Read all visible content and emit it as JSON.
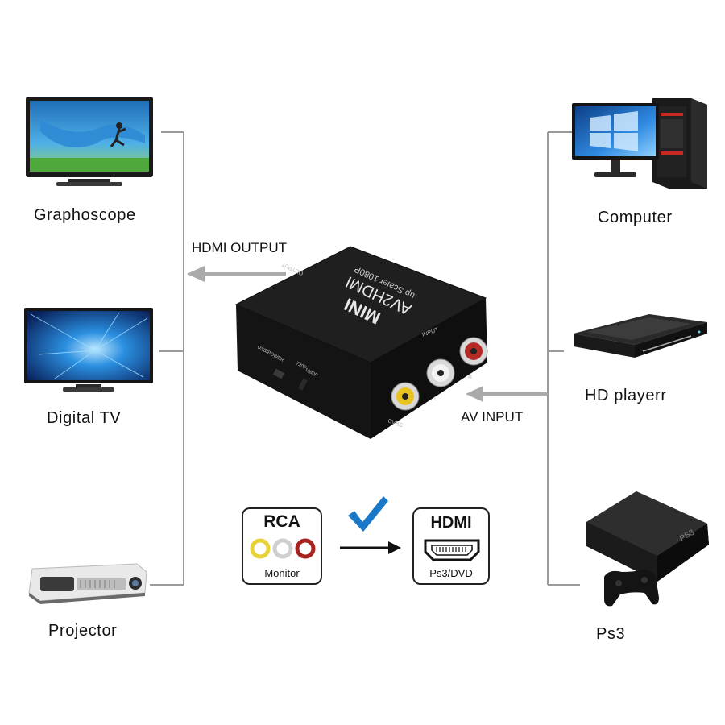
{
  "outputs": {
    "flow_label": "HDMI OUTPUT",
    "devices": [
      {
        "name": "Graphoscope",
        "icon": "tv-icon"
      },
      {
        "name": "Digital  TV",
        "icon": "digital-tv-icon"
      },
      {
        "name": "Projector",
        "icon": "projector-icon"
      }
    ]
  },
  "inputs": {
    "flow_label": "AV INPUT",
    "devices": [
      {
        "name": "Computer",
        "icon": "desktop-computer-icon"
      },
      {
        "name": "HD playerr",
        "icon": "hd-player-icon"
      },
      {
        "name": "Ps3",
        "icon": "game-console-icon"
      }
    ]
  },
  "converter": {
    "brand": "MINI",
    "model": "AV2HDMI",
    "subtitle": "up Scaler 1080P",
    "port_labels": {
      "output": "OUTPUT",
      "input": "INPUT",
      "usb_power": "USB/POWER",
      "mode_720": "720P",
      "mode_1080": "1080P",
      "cvbs": "CVBS",
      "left": "L",
      "right": "R"
    }
  },
  "conversion": {
    "source": {
      "title": "RCA",
      "caption": "Monitor"
    },
    "target": {
      "title": "HDMI",
      "caption": "Ps3/DVD"
    },
    "check_icon": "checkmark-icon",
    "colors": {
      "check": "#1a78c8",
      "rca_yellow": "#e8d23a",
      "rca_white": "#d9d9d9",
      "rca_red": "#a8231f"
    }
  },
  "colors": {
    "connector_line": "#999999",
    "arrow": "#aaaaaa"
  }
}
